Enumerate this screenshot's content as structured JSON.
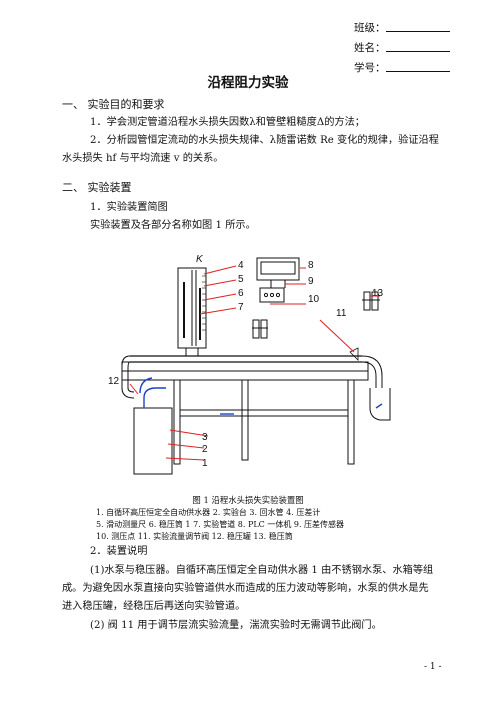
{
  "header": {
    "class_label": "班级：",
    "name_label": "姓名：",
    "student_id_label": "学号："
  },
  "title": "沿程阻力实验",
  "section1": {
    "heading": "一、 实验目的和要求",
    "item1": "1．学会测定管道沿程水头损失因数λ和管壁粗糙度Δ的方法；",
    "item2_line1": "2．分析园管恒定流动的水头损失规律、λ随雷诺数 Re 变化的规律，验证沿程",
    "item2_line2": "水头损失 hf 与平均流速 v 的关系。"
  },
  "section2": {
    "heading": "二、   实验装置",
    "sub1": "1．实验装置简图",
    "sub1_text": "实验装置及各部分名称如图 1 所示。"
  },
  "figure": {
    "labels": [
      "K",
      "4",
      "5",
      "6",
      "7",
      "8",
      "9",
      "10",
      "11",
      "13",
      "12",
      "3",
      "2",
      "1"
    ],
    "caption": "图 1  沿程水头损失实验装置图",
    "legend_line1": "1. 自循环高压恒定全自动供水器   2. 实验台   3. 回水管   4. 压差计",
    "legend_line2": "5. 滑动测量尺   6. 稳压筒 1   7. 实验管道   8. PLC 一体机   9. 压差传感器",
    "legend_line3": "10. 测压点   11. 实验流量调节阀   12. 稳压罐   13. 稳压筒"
  },
  "section3": {
    "sub2": "2．装置说明",
    "p1_line1": "(1)水泵与稳压器。自循环高压恒定全自动供水器 1 由不锈钢水泵、水箱等组",
    "p1_line2": "成。为避免因水泵直接向实验管道供水而造成的压力波动等影响，水泵的供水是先",
    "p1_line3": "进入稳压罐，经稳压后再送向实验管道。",
    "p2": "(2) 阀 11 用于调节层流实验流量，湍流实验时无需调节此阀门。"
  },
  "page_number": "- 1 -",
  "colors": {
    "red_leader": "#d22",
    "blue_pipe": "#1a44c4",
    "ink": "#111"
  }
}
